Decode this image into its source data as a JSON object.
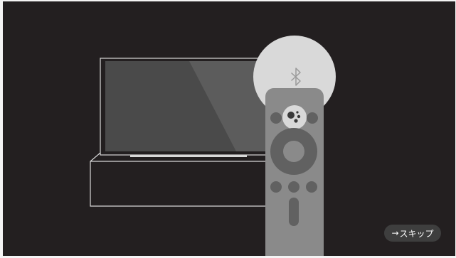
{
  "skip_button": {
    "arrow_icon": "right-arrow-icon",
    "label": "スキップ"
  },
  "illustration": {
    "tv": "television-outline",
    "soundbar": "soundbar-outline",
    "remote": "remote-control",
    "bluetooth_badge_icon": "bluetooth-icon",
    "assistant_button_icon": "google-assistant-icon"
  },
  "colors": {
    "background": "#231f20",
    "remote_body": "#8a8a8a",
    "remote_buttons": "#616161",
    "badge": "#d9d9d9"
  }
}
